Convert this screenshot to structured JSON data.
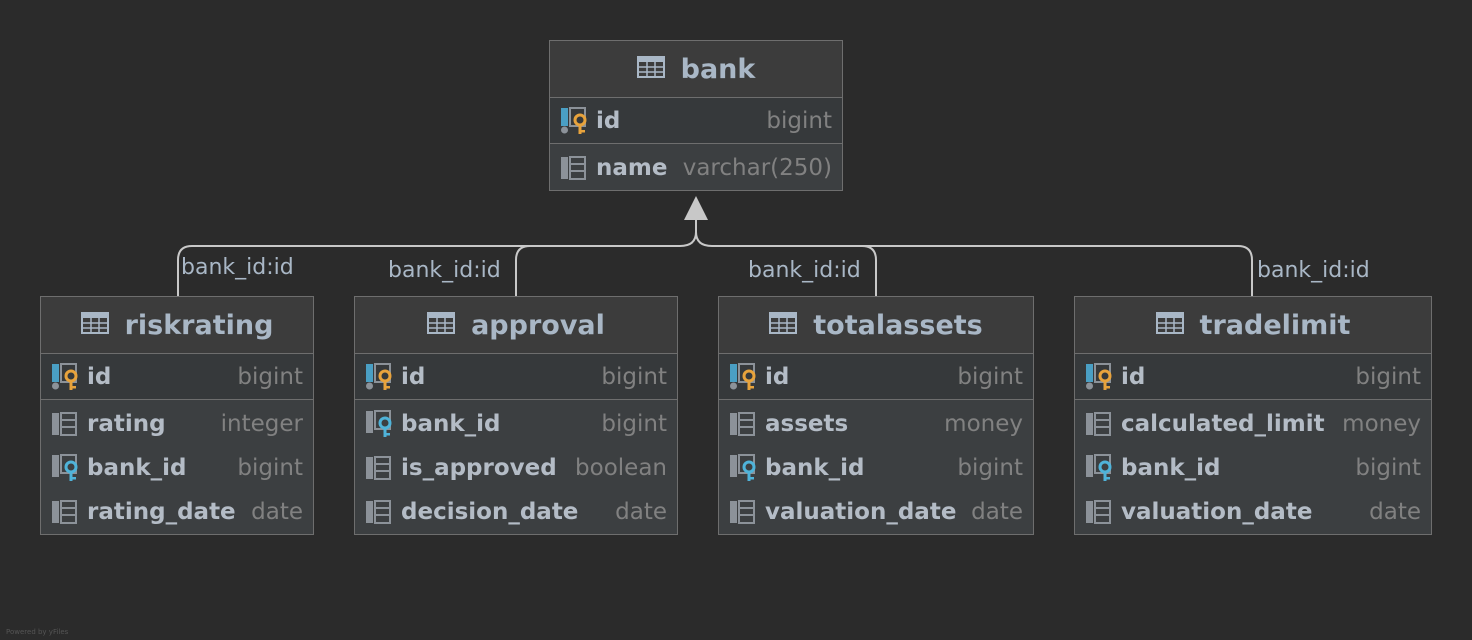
{
  "tables": {
    "bank": {
      "name": "bank",
      "pk": {
        "name": "id",
        "type": "bigint"
      },
      "columns": [
        {
          "name": "name",
          "type": "varchar(250)",
          "fk": false
        }
      ]
    },
    "riskrating": {
      "name": "riskrating",
      "pk": {
        "name": "id",
        "type": "bigint"
      },
      "columns": [
        {
          "name": "rating",
          "type": "integer",
          "fk": false
        },
        {
          "name": "bank_id",
          "type": "bigint",
          "fk": true
        },
        {
          "name": "rating_date",
          "type": "date",
          "fk": false
        }
      ]
    },
    "approval": {
      "name": "approval",
      "pk": {
        "name": "id",
        "type": "bigint"
      },
      "columns": [
        {
          "name": "bank_id",
          "type": "bigint",
          "fk": true
        },
        {
          "name": "is_approved",
          "type": "boolean",
          "fk": false
        },
        {
          "name": "decision_date",
          "type": "date",
          "fk": false
        }
      ]
    },
    "totalassets": {
      "name": "totalassets",
      "pk": {
        "name": "id",
        "type": "bigint"
      },
      "columns": [
        {
          "name": "assets",
          "type": "money",
          "fk": false
        },
        {
          "name": "bank_id",
          "type": "bigint",
          "fk": true
        },
        {
          "name": "valuation_date",
          "type": "date",
          "fk": false
        }
      ]
    },
    "tradelimit": {
      "name": "tradelimit",
      "pk": {
        "name": "id",
        "type": "bigint"
      },
      "columns": [
        {
          "name": "calculated_limit",
          "type": "money",
          "fk": false
        },
        {
          "name": "bank_id",
          "type": "bigint",
          "fk": true
        },
        {
          "name": "valuation_date",
          "type": "date",
          "fk": false
        }
      ]
    }
  },
  "relations": {
    "riskrating": "bank_id:id",
    "approval": "bank_id:id",
    "totalassets": "bank_id:id",
    "tradelimit": "bank_id:id"
  },
  "footer": "Powered by yFiles",
  "colors": {
    "background": "#2b2b2b",
    "pk_key": "#e8a33c",
    "fk_key": "#4fb3d9",
    "line": "#c8c8c8"
  },
  "icons": {
    "table": "table-icon",
    "primary_key": "primary-key-icon",
    "foreign_key": "foreign-key-icon",
    "column": "column-icon"
  }
}
